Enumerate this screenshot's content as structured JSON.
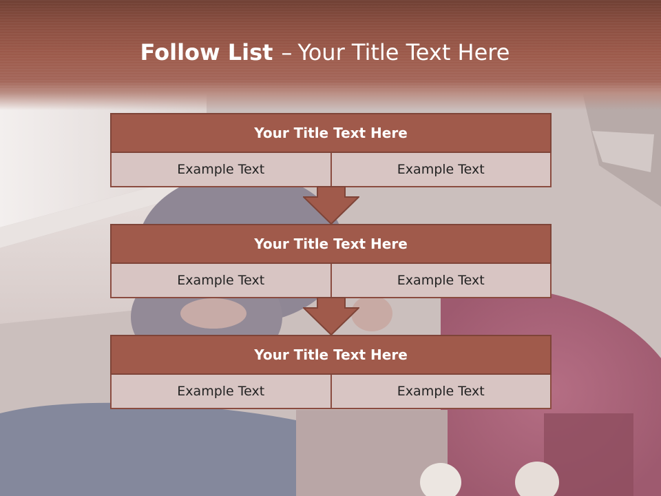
{
  "slide": {
    "title_bold": "Follow List",
    "title_separator": "–",
    "title_rest": "Your Title Text Here"
  },
  "steps": [
    {
      "title": "Your Title Text Here",
      "left_text": "Example Text",
      "right_text": "Example Text"
    },
    {
      "title": "Your Title Text Here",
      "left_text": "Example Text",
      "right_text": "Example Text"
    },
    {
      "title": "Your Title Text Here",
      "left_text": "Example Text",
      "right_text": "Example Text"
    }
  ],
  "colors": {
    "header_band": "#9d5a4b",
    "box_title_fill": "#a05a4b",
    "box_border": "#7e4438",
    "cell_fill": "#d8c5c3",
    "arrow_fill": "#a05a4b"
  }
}
